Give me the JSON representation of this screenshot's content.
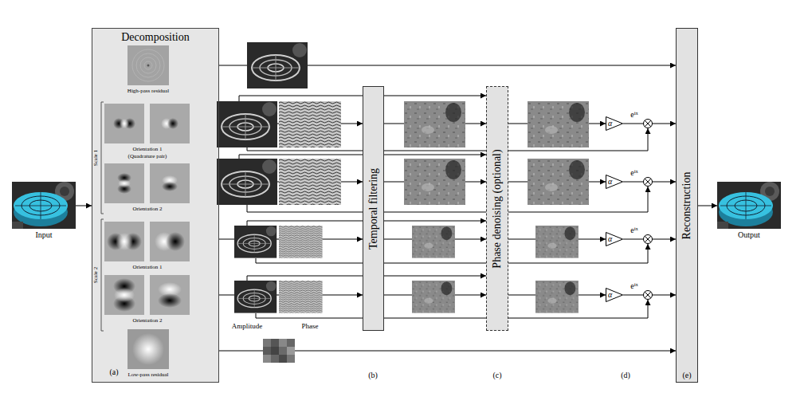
{
  "diagram": {
    "nodes": [
      {
        "text": [
          "Input"
        ]
      },
      {
        "text": [
          "Decomposition"
        ]
      },
      {
        "text": [
          "Temporal filtering"
        ]
      },
      {
        "text": [
          "Phase denoising (optional)"
        ]
      },
      {
        "text": [
          "α"
        ]
      },
      {
        "text": [
          "α"
        ]
      },
      {
        "text": [
          "α"
        ]
      },
      {
        "text": [
          "α"
        ]
      },
      {
        "text": [
          "Reconstruction"
        ]
      },
      {
        "text": [
          "Output"
        ]
      }
    ],
    "edges": [
      {
        "from": 0,
        "to": 1,
        "arrow": "to"
      },
      {
        "from": 1,
        "to": 2,
        "arrow": "to"
      },
      {
        "from": 1,
        "to": 2,
        "arrow": "to"
      },
      {
        "from": 1,
        "to": 2,
        "arrow": "to"
      },
      {
        "from": 1,
        "to": 2,
        "arrow": "to"
      },
      {
        "from": 2,
        "to": 3,
        "arrow": "to"
      },
      {
        "from": 2,
        "to": 3,
        "arrow": "to"
      },
      {
        "from": 2,
        "to": 3,
        "arrow": "to"
      },
      {
        "from": 2,
        "to": 3,
        "arrow": "to"
      },
      {
        "from": 3,
        "to": 4,
        "arrow": "to"
      },
      {
        "from": 3,
        "to": 5,
        "arrow": "to"
      },
      {
        "from": 3,
        "to": 6,
        "arrow": "to"
      },
      {
        "from": 3,
        "to": 7,
        "arrow": "to"
      },
      {
        "from": 4,
        "to": 8,
        "arrow": "to"
      },
      {
        "from": 5,
        "to": 8,
        "arrow": "to"
      },
      {
        "from": 6,
        "to": 8,
        "arrow": "to"
      },
      {
        "from": 7,
        "to": 8,
        "arrow": "to"
      },
      {
        "from": 1,
        "to": 8,
        "arrow": "to"
      },
      {
        "from": 1,
        "to": 8,
        "arrow": "to"
      },
      {
        "from": 8,
        "to": 9,
        "arrow": "to"
      }
    ],
    "labels": [
      "High-pass residual",
      "Scale 1",
      "Orientation 1",
      "(Quadrature pair)",
      "Orientation 2",
      "Scale 2",
      "Orientation 1",
      "Orientation 2",
      "Low-pass residual",
      "(a)",
      "Amplitude",
      "Phase",
      "(b)",
      "(c)",
      "eⁱˣ",
      "eⁱˣ",
      "eⁱˣ",
      "eⁱˣ",
      "(d)",
      "(e)"
    ]
  }
}
